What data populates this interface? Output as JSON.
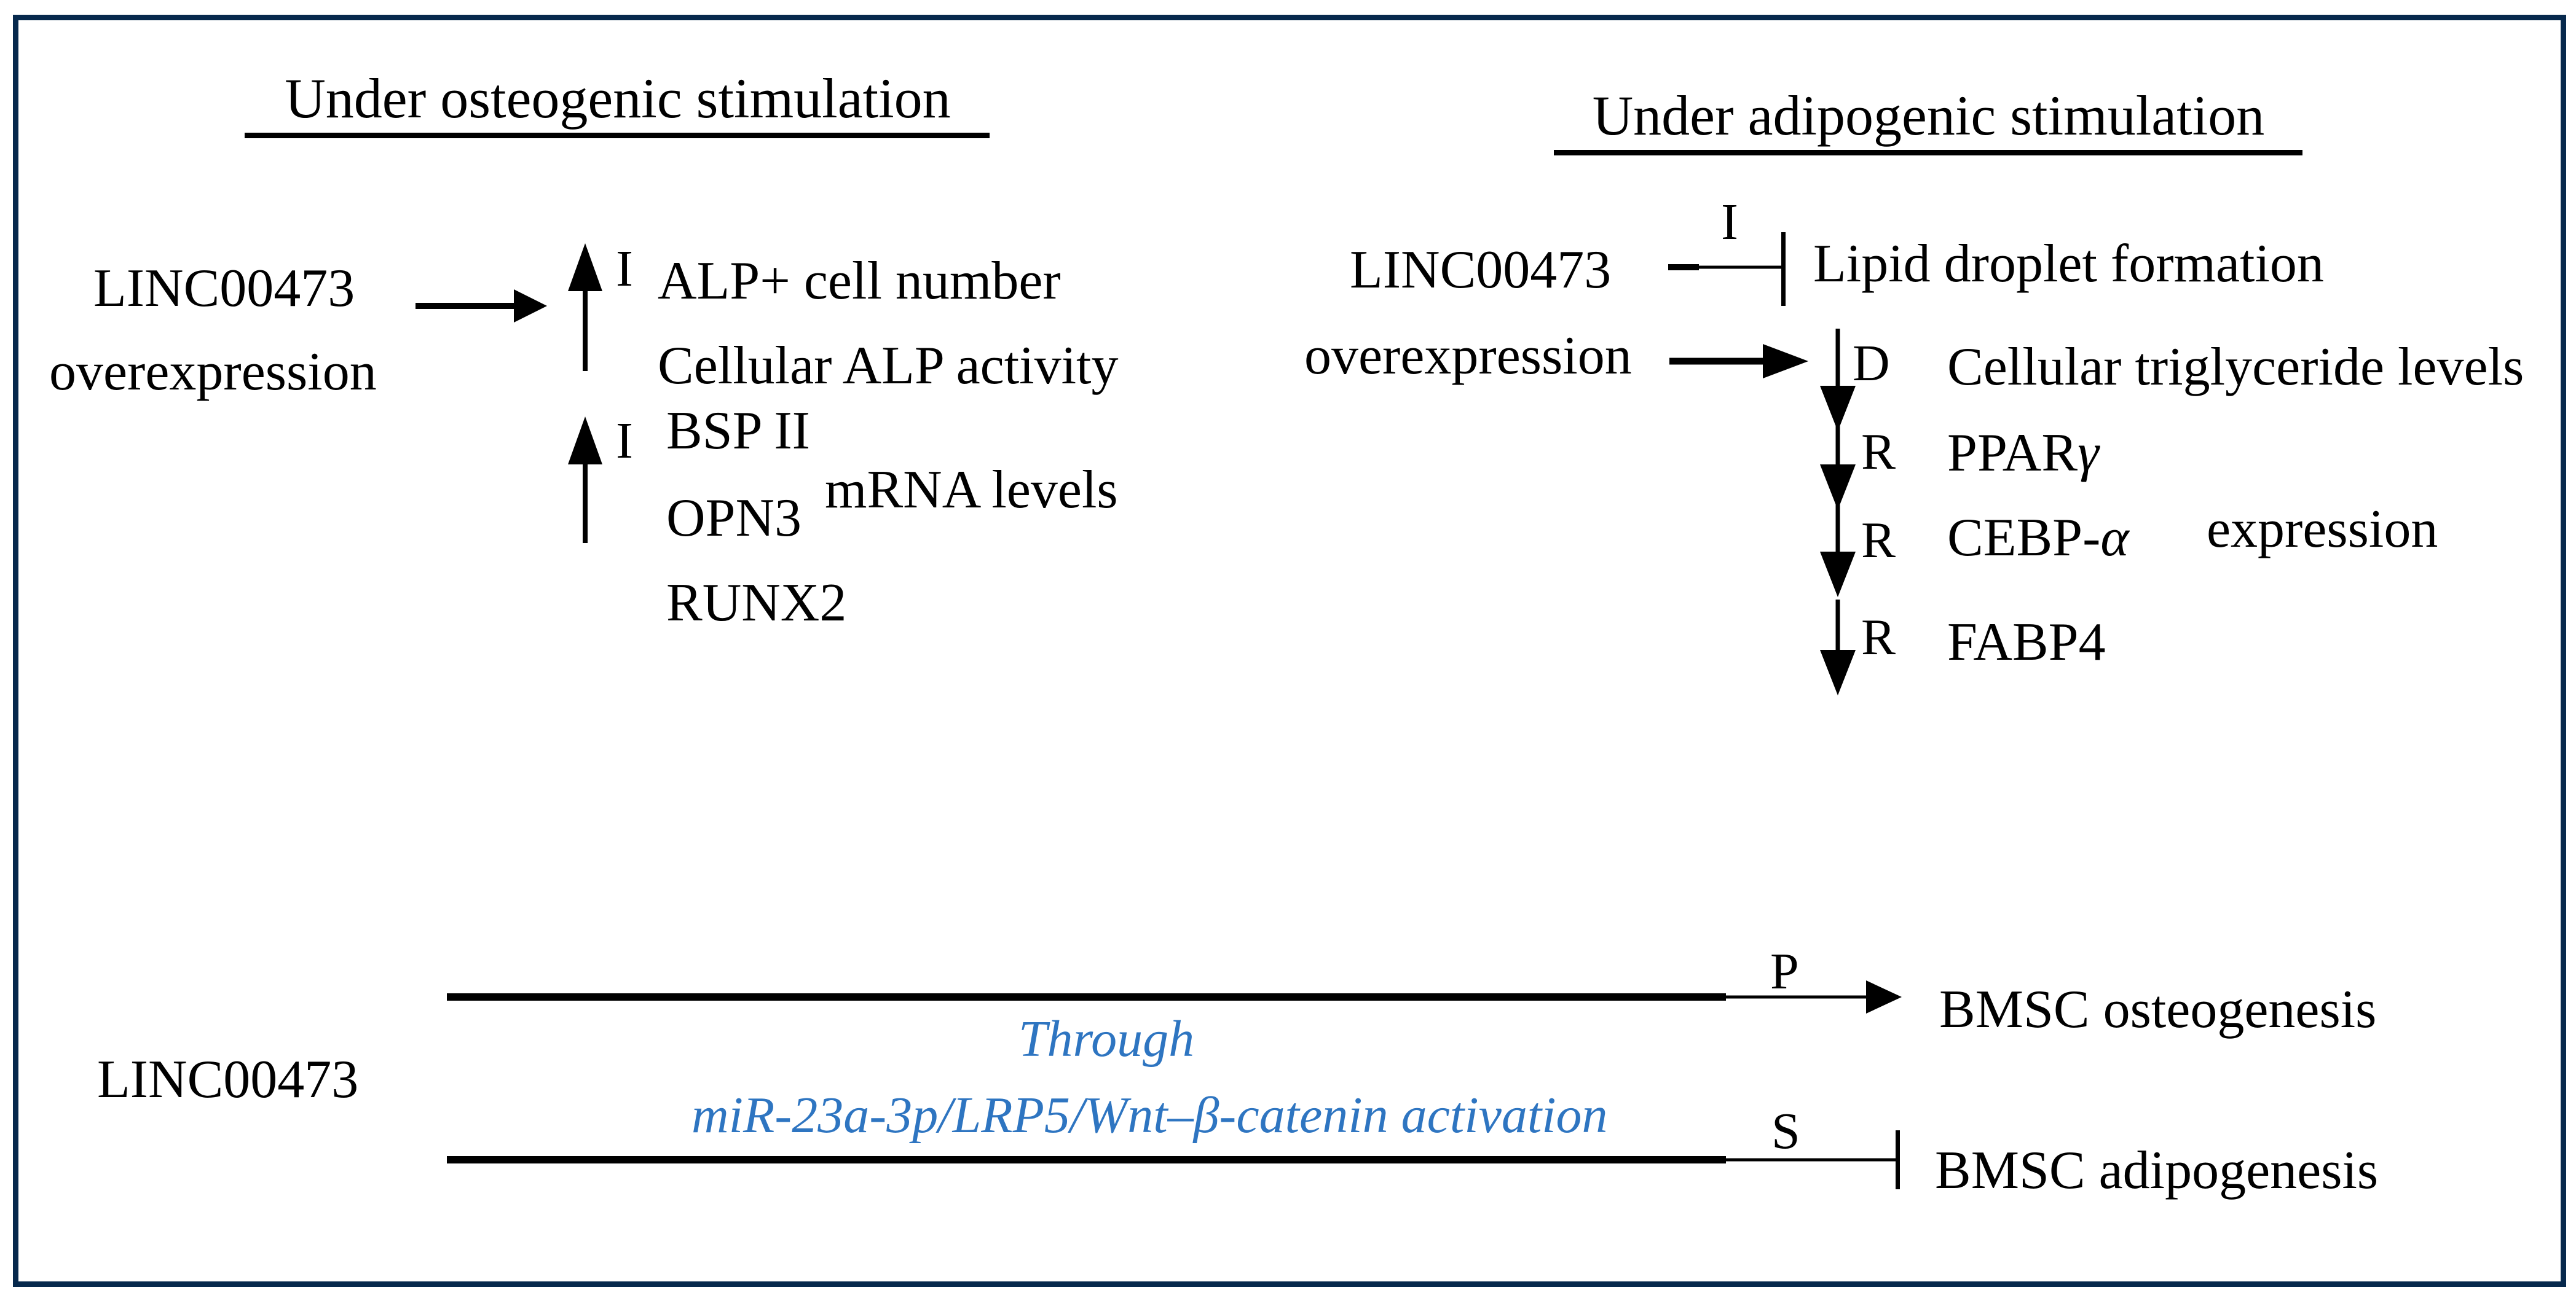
{
  "colors": {
    "frame_border": "#07294d",
    "text": "#000000",
    "accent_blue": "#2e75c1"
  },
  "osteogenic_panel": {
    "title": "Under osteogenic stimulation",
    "source": {
      "line1": "LINC00473",
      "line2": "overexpression"
    },
    "increase_group1": {
      "arrow_label": "I",
      "items": [
        "ALP+ cell number",
        "Cellular ALP activity"
      ]
    },
    "increase_group2": {
      "arrow_label": "I",
      "items": [
        "BSP II",
        "OPN3",
        "RUNX2"
      ],
      "note": "mRNA levels"
    }
  },
  "adipogenic_panel": {
    "title": "Under adipogenic stimulation",
    "source": {
      "line1": "LINC00473",
      "line2": "overexpression"
    },
    "inhibit": {
      "label": "I",
      "target": "Lipid droplet formation"
    },
    "decrease": {
      "label": "D",
      "target": "Cellular triglyceride levels"
    },
    "reduced": [
      {
        "label": "R",
        "target": "PPAR",
        "target_suffix": "γ"
      },
      {
        "label": "R",
        "target": "CEBP-",
        "target_suffix": "α"
      },
      {
        "label": "R",
        "target": "FABP4",
        "target_suffix": ""
      }
    ],
    "note": "expression"
  },
  "summary_panel": {
    "source": "LINC00473",
    "mechanism": {
      "line1": "Through",
      "line2": "miR-23a-3p/LRP5/Wnt–β-catenin activation"
    },
    "promote": {
      "label": "P",
      "target": "BMSC osteogenesis"
    },
    "suppress": {
      "label": "S",
      "target": "BMSC adipogenesis"
    }
  }
}
